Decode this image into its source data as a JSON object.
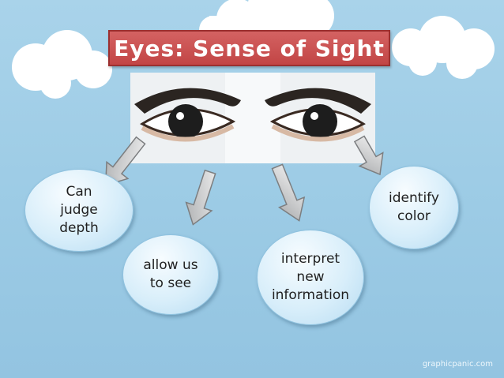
{
  "slide": {
    "title": "Eyes: Sense of Sight",
    "watermark": "graphicpanic.com"
  },
  "bubbles": [
    {
      "text": "Can\njudge\ndepth"
    },
    {
      "text": "allow us\nto see"
    },
    {
      "text": "interpret\nnew\ninformation"
    },
    {
      "text": "identify\ncolor"
    }
  ],
  "colors": {
    "background": "#9ccbe5",
    "title_fill": "#c94b4b",
    "bubble_fill": "#d8eefa",
    "arrow_fill": "#bfc1c3"
  },
  "icons": [
    "eyes-image",
    "cloud-shape",
    "down-arrow"
  ]
}
